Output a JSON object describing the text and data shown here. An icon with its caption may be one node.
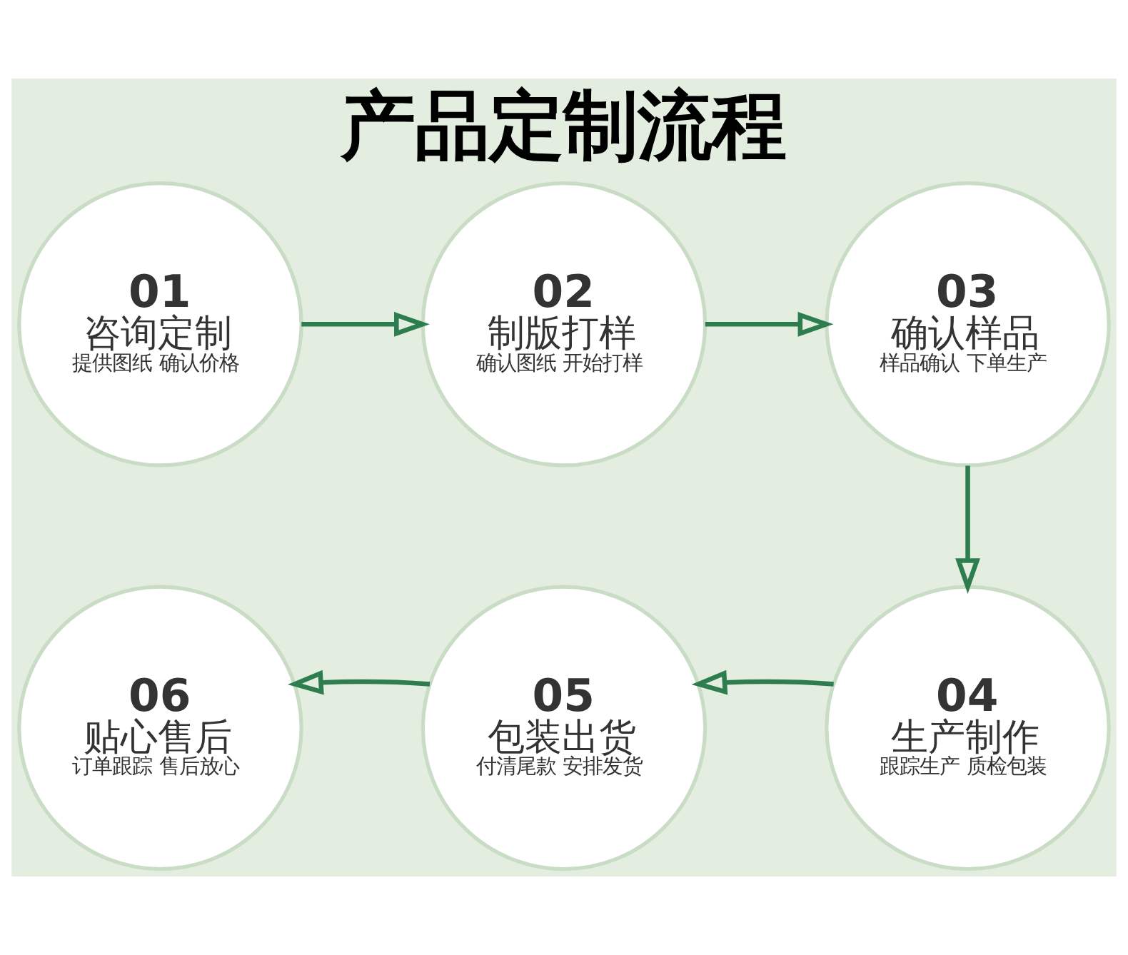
{
  "diagram": {
    "title": "产品定制流程",
    "nodes": [
      {
        "text": [
          "01",
          "咨询定制",
          "提供图纸 确认价格"
        ]
      },
      {
        "text": [
          "02",
          "制版打样",
          "确认图纸 开始打样"
        ]
      },
      {
        "text": [
          "03",
          "确认样品",
          "样品确认 下单生产"
        ]
      },
      {
        "text": [
          "04",
          "生产制作",
          "跟踪生产 质检包装"
        ]
      },
      {
        "text": [
          "05",
          "包装出货",
          "付清尾款 安排发货"
        ]
      },
      {
        "text": [
          "06",
          "贴心售后",
          "订单跟踪 售后放心"
        ]
      }
    ],
    "edges": [
      {
        "from": 0,
        "to": 1,
        "arrow": "to"
      },
      {
        "from": 1,
        "to": 2,
        "arrow": "to"
      },
      {
        "from": 2,
        "to": 3,
        "arrow": "to"
      },
      {
        "from": 3,
        "to": 4,
        "arrow": "to"
      },
      {
        "from": 4,
        "to": 5,
        "arrow": "to"
      }
    ]
  }
}
